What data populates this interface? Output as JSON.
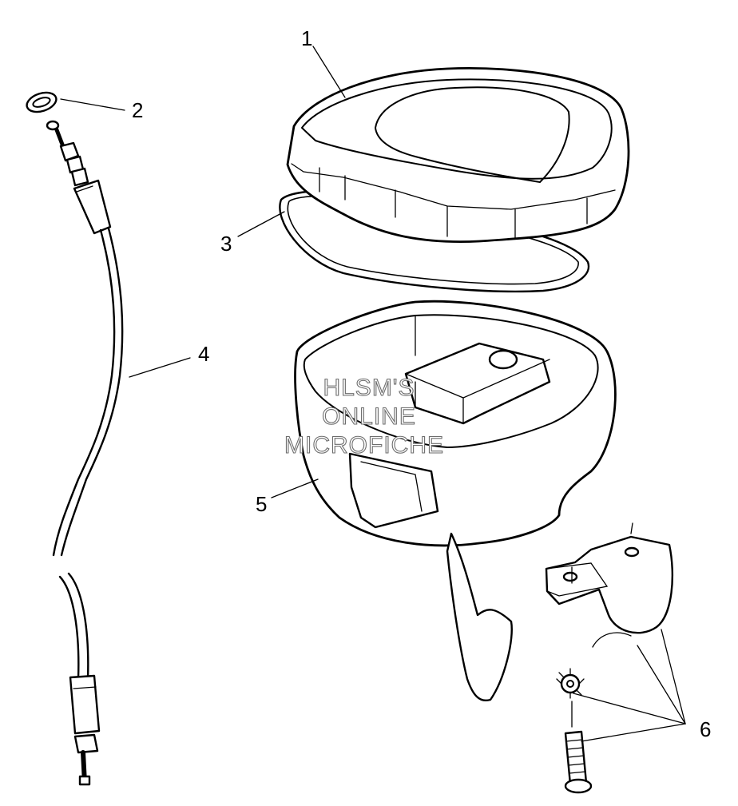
{
  "callouts": {
    "c1": "1",
    "c2": "2",
    "c3": "3",
    "c4": "4",
    "c5": "5",
    "c6": "6"
  },
  "watermark": {
    "line1": "HLSM'S",
    "line2": "ONLINE",
    "line3": "MICROFICHE"
  }
}
